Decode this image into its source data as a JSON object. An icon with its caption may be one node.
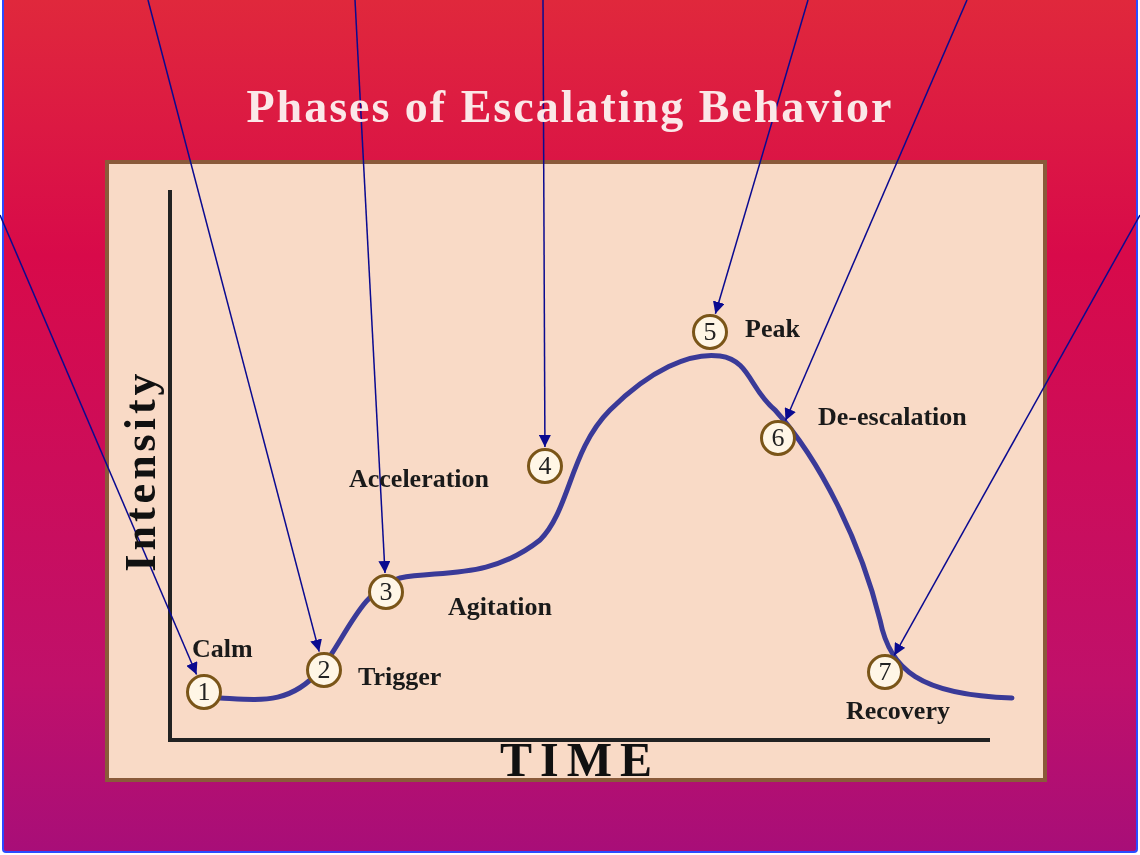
{
  "diagram": {
    "title": "Phases of Escalating Behavior",
    "nodes": [
      {
        "text": [
          "1"
        ],
        "beside": [
          "Calm"
        ]
      },
      {
        "text": [
          "2"
        ],
        "beside": [
          "Trigger"
        ]
      },
      {
        "text": [
          "3"
        ],
        "beside": [
          "Agitation"
        ]
      },
      {
        "text": [
          "4"
        ],
        "beside": [
          "Acceleration"
        ]
      },
      {
        "text": [
          "5"
        ],
        "beside": [
          "Peak"
        ]
      },
      {
        "text": [
          "6"
        ],
        "beside": [
          "De-escalation"
        ]
      },
      {
        "text": [
          "7"
        ],
        "beside": [
          "Recovery"
        ]
      }
    ],
    "edges": [
      {
        "from": null,
        "to": 0,
        "arrow": "to"
      },
      {
        "from": null,
        "to": 1,
        "arrow": "to"
      },
      {
        "from": null,
        "to": 2,
        "arrow": "to"
      },
      {
        "from": null,
        "to": 3,
        "arrow": "to"
      },
      {
        "from": null,
        "to": 4,
        "arrow": "to"
      },
      {
        "from": null,
        "to": 5,
        "arrow": "to"
      },
      {
        "from": null,
        "to": 6,
        "arrow": "to"
      }
    ],
    "labels": [
      "Intensity",
      "TIME"
    ]
  }
}
